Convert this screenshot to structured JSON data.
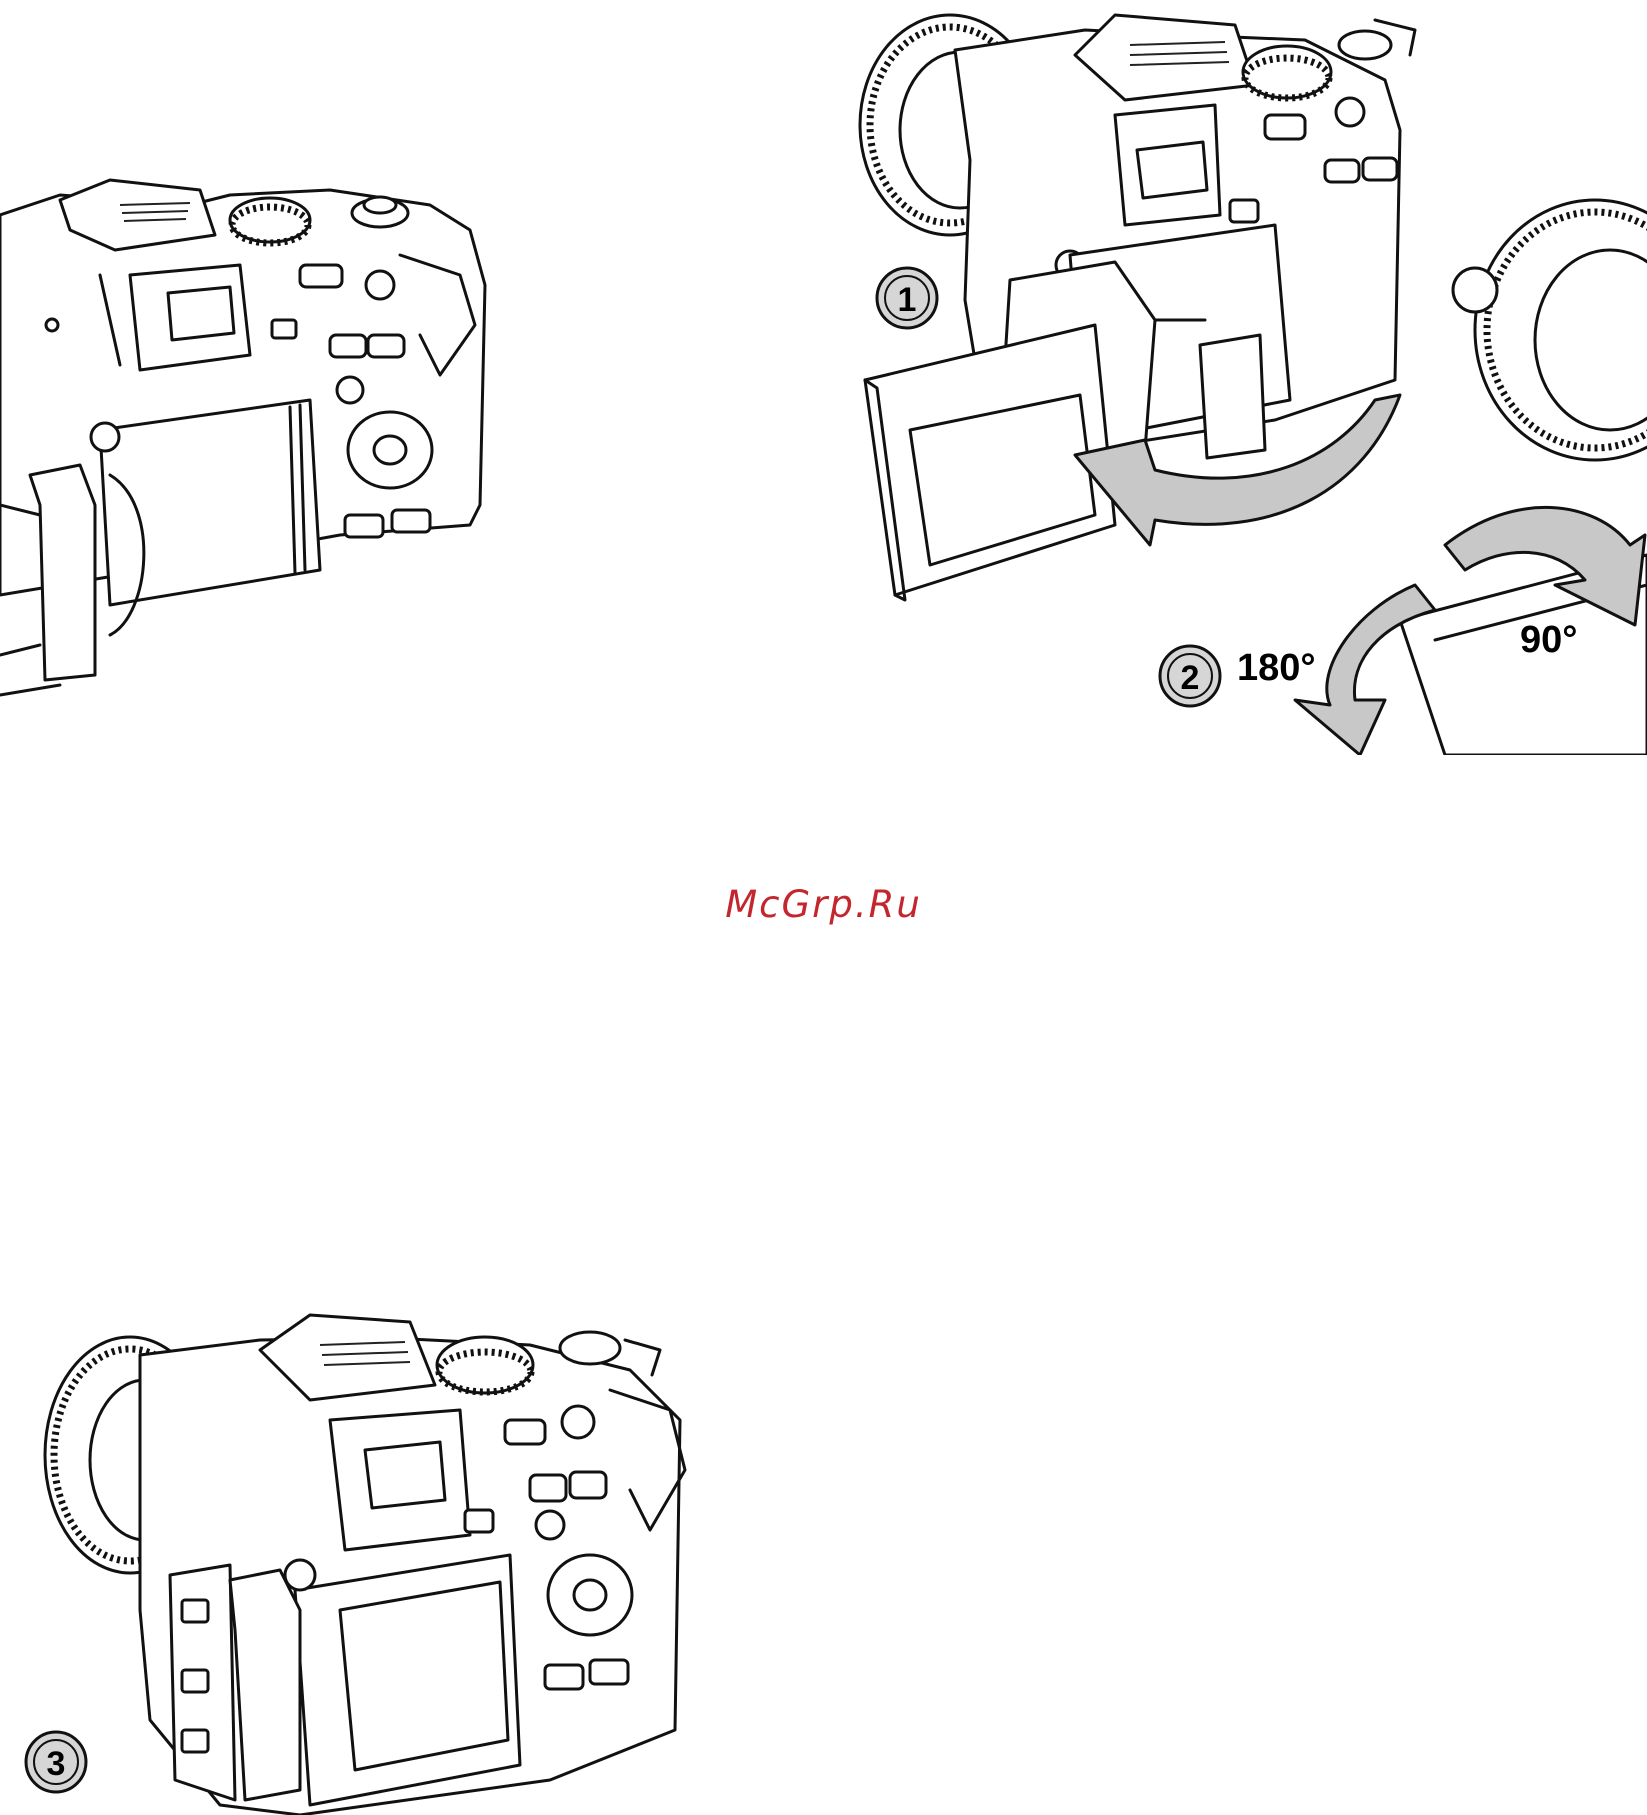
{
  "watermark": {
    "text": "McGrp.Ru",
    "color": "#c4262e"
  },
  "step_markers": {
    "one": "1",
    "two": "2",
    "three": "3"
  },
  "angles": {
    "a180": "180°",
    "a90": "90°"
  },
  "icons": {
    "figure_1": "camera-rear-view-icon",
    "figure_2": "rotate-monitor-icon",
    "figure_3": "camera-monitor-stowed-icon",
    "arrow": "curved-arrow-icon"
  },
  "colors": {
    "line": "#111111",
    "marker_fill": "#d6d6d6",
    "arrow_fill": "#c8c8c8"
  }
}
